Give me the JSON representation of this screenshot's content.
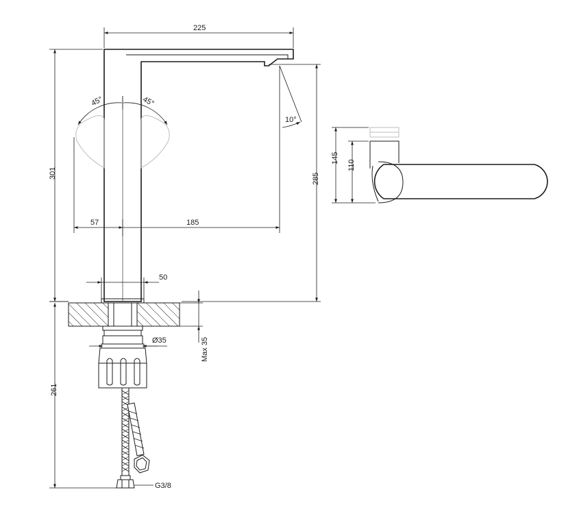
{
  "labels": {
    "width_225": "225",
    "height_301": "301",
    "height_285": "285",
    "angle_left": "45°",
    "angle_right": "45°",
    "angle_spout": "10°",
    "dim_57": "57",
    "dim_185": "185",
    "dim_50": "50",
    "dim_145": "145",
    "dim_110": "110",
    "dia_35": "Ø35",
    "max_35": "Max 35",
    "height_261": "261",
    "thread": "G3/8"
  },
  "colors": {
    "line": "#1a1a1a",
    "faint": "#bdbdbd"
  }
}
